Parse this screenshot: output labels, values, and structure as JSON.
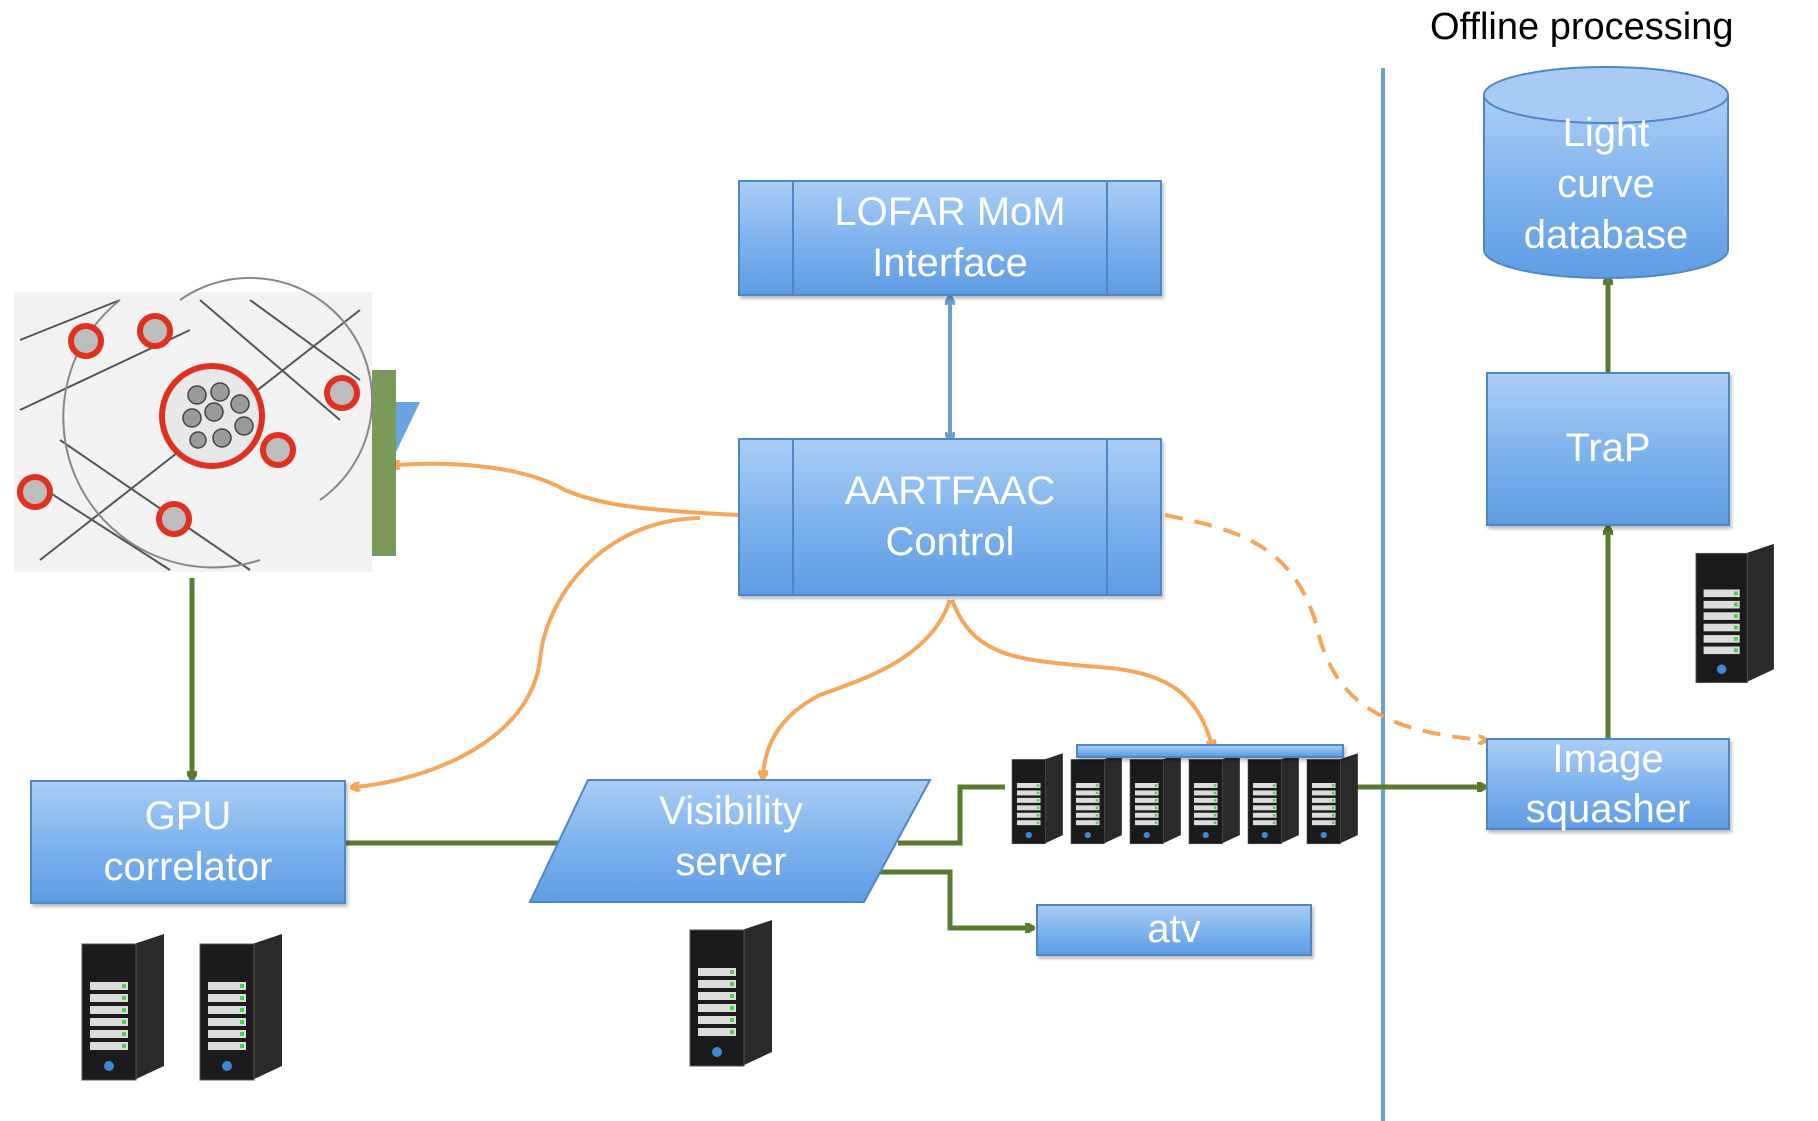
{
  "header": {
    "offline_title": "Offline processing"
  },
  "nodes": {
    "lofar_mom": "LOFAR MoM\nInterface",
    "aartfaac_control": "AARTFAAC\nControl",
    "gpu_correlator": "GPU\ncorrelator",
    "visibility_server": "Visibility\nserver",
    "atv": "atv",
    "image_squasher": "Image\nsquasher",
    "trap": "TraP",
    "light_curve_db": "Light\ncurve\ndatabase"
  },
  "colors": {
    "box_fill": "#7cb1ec",
    "box_border": "#4f86c6",
    "control_link": "#f4a65a",
    "data_link": "#5a7a30",
    "mom_link": "#6a9fd4",
    "divider": "#6a9fd4"
  },
  "icons": {
    "server": "server-tower-icon",
    "station_map": "antenna-station-map"
  }
}
